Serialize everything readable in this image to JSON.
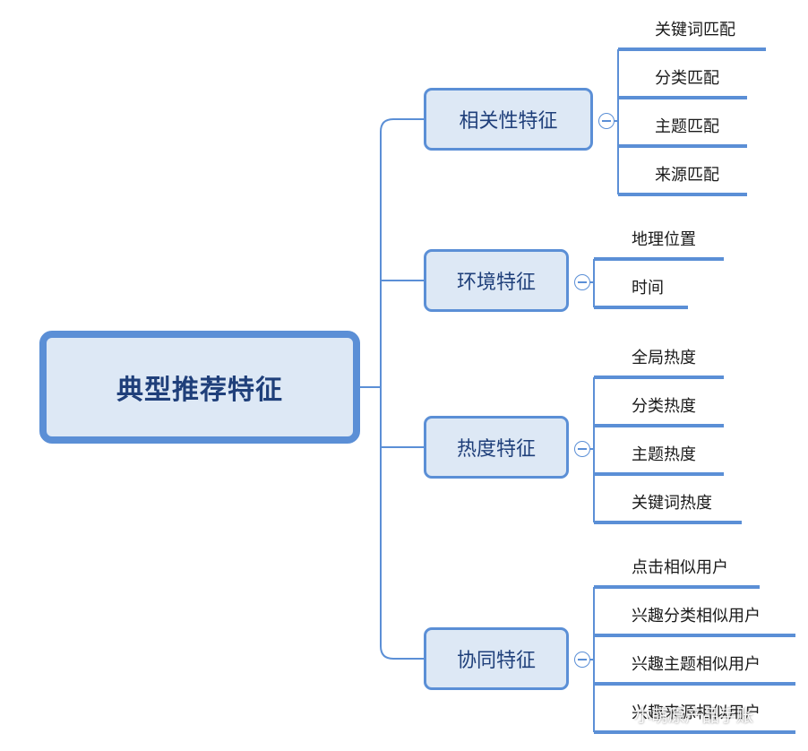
{
  "root": {
    "label": "典型推荐特征"
  },
  "branches": [
    {
      "label": "相关性特征",
      "leaves": [
        "关键词匹配",
        "分类匹配",
        "主题匹配",
        "来源匹配"
      ]
    },
    {
      "label": "环境特征",
      "leaves": [
        "地理位置",
        "时间"
      ]
    },
    {
      "label": "热度特征",
      "leaves": [
        "全局热度",
        "分类热度",
        "主题热度",
        "关键词热度"
      ]
    },
    {
      "label": "协同特征",
      "leaves": [
        "点击相似用户",
        "兴趣分类相似用户",
        "兴趣主题相似用户",
        "兴趣来源相似用户"
      ]
    }
  ],
  "watermark": {
    "text": "小萌原产品手账"
  },
  "colors": {
    "accent": "#5b8fd6",
    "node_fill": "#dde8f5",
    "node_text": "#1f3f7a"
  }
}
